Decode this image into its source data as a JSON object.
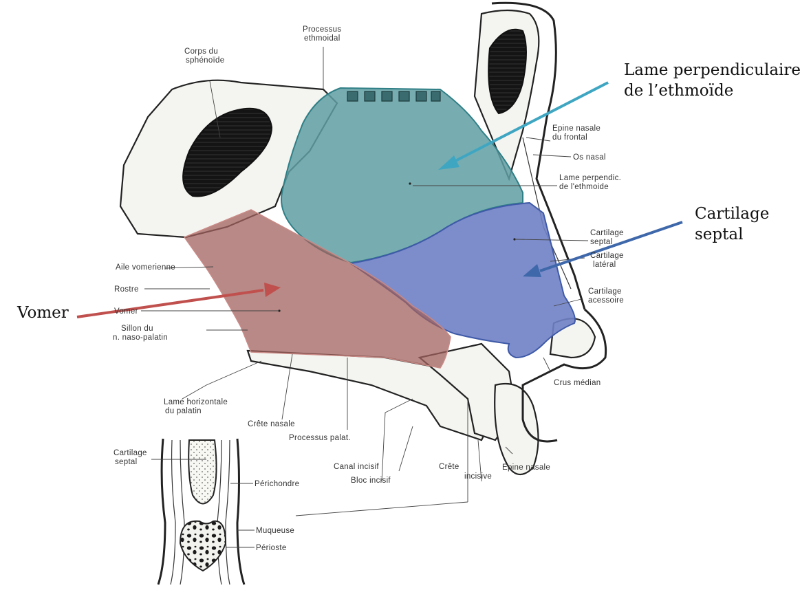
{
  "colors": {
    "ethmoid_fill": "#5f9ea3",
    "cartilage_fill": "#6f7fc4",
    "vomer_fill": "#a0615e",
    "arrow_ethmoid": "#3fa6c2",
    "arrow_cartilage": "#3e68aa",
    "arrow_vomer": "#c0504d",
    "ink": "#222222"
  },
  "callouts": {
    "lame_line1": "Lame perpendiculaire",
    "lame_line2": "de l’ethmoïde",
    "cartilage_line1": "Cartilage",
    "cartilage_line2": "septal",
    "vomer": "Vomer"
  },
  "labels": {
    "processus_ethmoidal_1": "Processus",
    "processus_ethmoidal_2": "ethmoidal",
    "corps_sphenoide_1": "Corps du",
    "corps_sphenoide_2": "sphénoïde",
    "epine_frontal_1": "Epine nasale",
    "epine_frontal_2": "du frontal",
    "os_nasal": "Os nasal",
    "lame_perpendic_1": "Lame perpendic.",
    "lame_perpendic_2": "de l'ethmoide",
    "cartilage_septal_1": "Cartilage",
    "cartilage_septal_2": "septal",
    "cartilage_lateral_1": "Cartilage",
    "cartilage_lateral_2": "latéral",
    "cartilage_acessoire_1": "Cartilage",
    "cartilage_acessoire_2": "acessoire",
    "aile_vomerienne": "Aile vomerienne",
    "rostre": "Rostre",
    "vomer_small": "Vomer",
    "sillon_1": "Sillon du",
    "sillon_2": "n. naso-palatin",
    "crus_median": "Crus médian",
    "lame_horizontale_1": "Lame horizontale",
    "lame_horizontale_2": "du palatin",
    "crete_nasale": "Crête nasale",
    "processus_palat": "Processus palat.",
    "canal_incisif": "Canal incisif",
    "bloc_incisif": "Bloc incisif",
    "crete_incisive_1": "Crête",
    "crete_incisive_2": "incisive",
    "epine_nasale_1": "Epine nasale",
    "inset_cartilage_1": "Cartilage",
    "inset_cartilage_2": "septal",
    "perichondre": "Périchondre",
    "muqueuse": "Muqueuse",
    "perioste": "Périoste"
  }
}
